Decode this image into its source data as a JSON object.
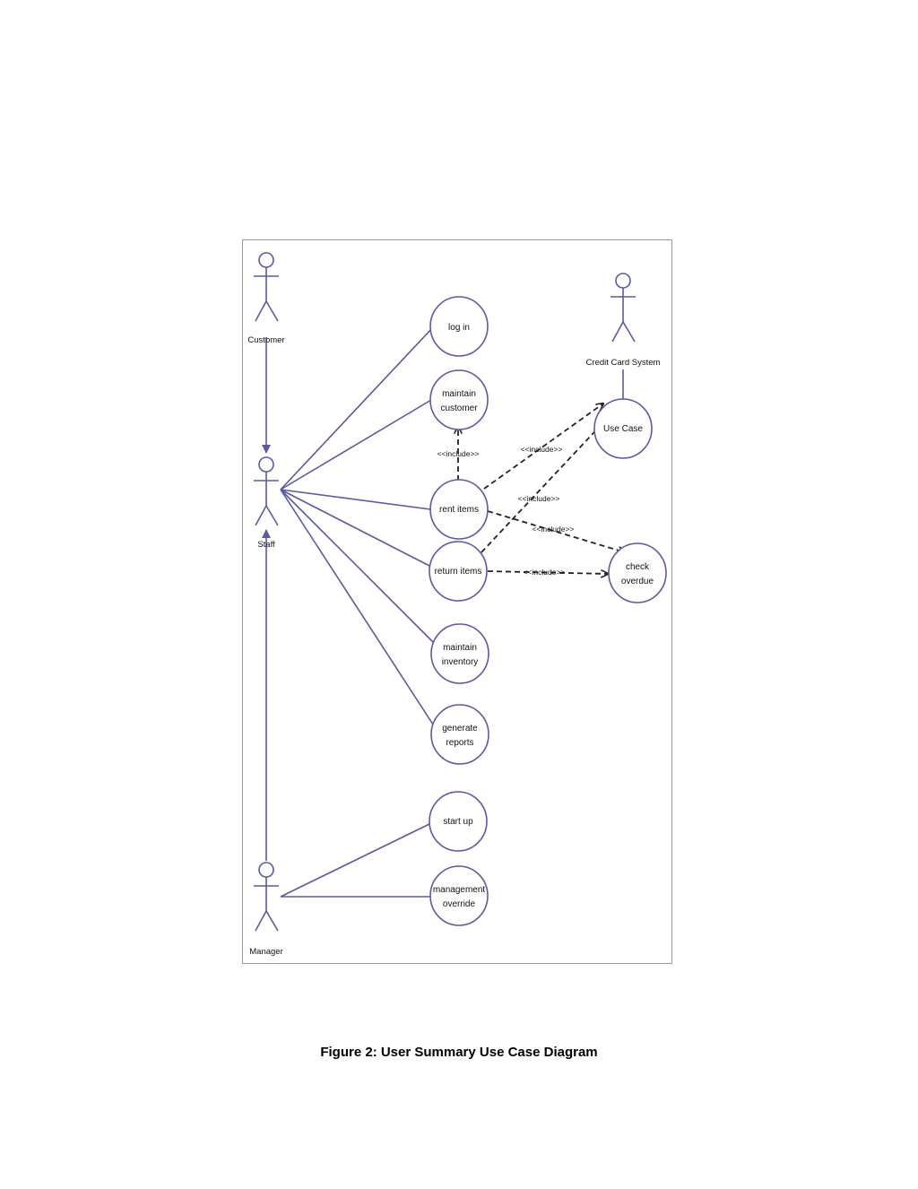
{
  "colors": {
    "line": "#5a5aa0",
    "dashed": "#222222",
    "border": "#9a9a9a"
  },
  "actors": {
    "customer": "Customer",
    "staff": "Staff",
    "manager": "Manager",
    "credit_card_system": "Credit Card System"
  },
  "use_cases": {
    "log_in": [
      "log in"
    ],
    "maintain_customer": [
      "maintain",
      "customer"
    ],
    "rent_items": [
      "rent items"
    ],
    "return_items": [
      "return items"
    ],
    "maintain_inventory": [
      "maintain",
      "inventory"
    ],
    "generate_reports": [
      "generate",
      "reports"
    ],
    "start_up": [
      "start up"
    ],
    "management_override": [
      "management",
      "override"
    ],
    "use_case": [
      "Use Case"
    ],
    "check_overdue": [
      "check",
      "overdue"
    ]
  },
  "include_labels": {
    "rent_to_maintain": "<<include>>",
    "rent_to_usecase": "<<include>>",
    "return_to_usecase": "<<include>>",
    "rent_to_check": "<<include>>",
    "return_to_check": "<<include>>"
  },
  "caption": "Figure 2: User Summary Use Case Diagram"
}
